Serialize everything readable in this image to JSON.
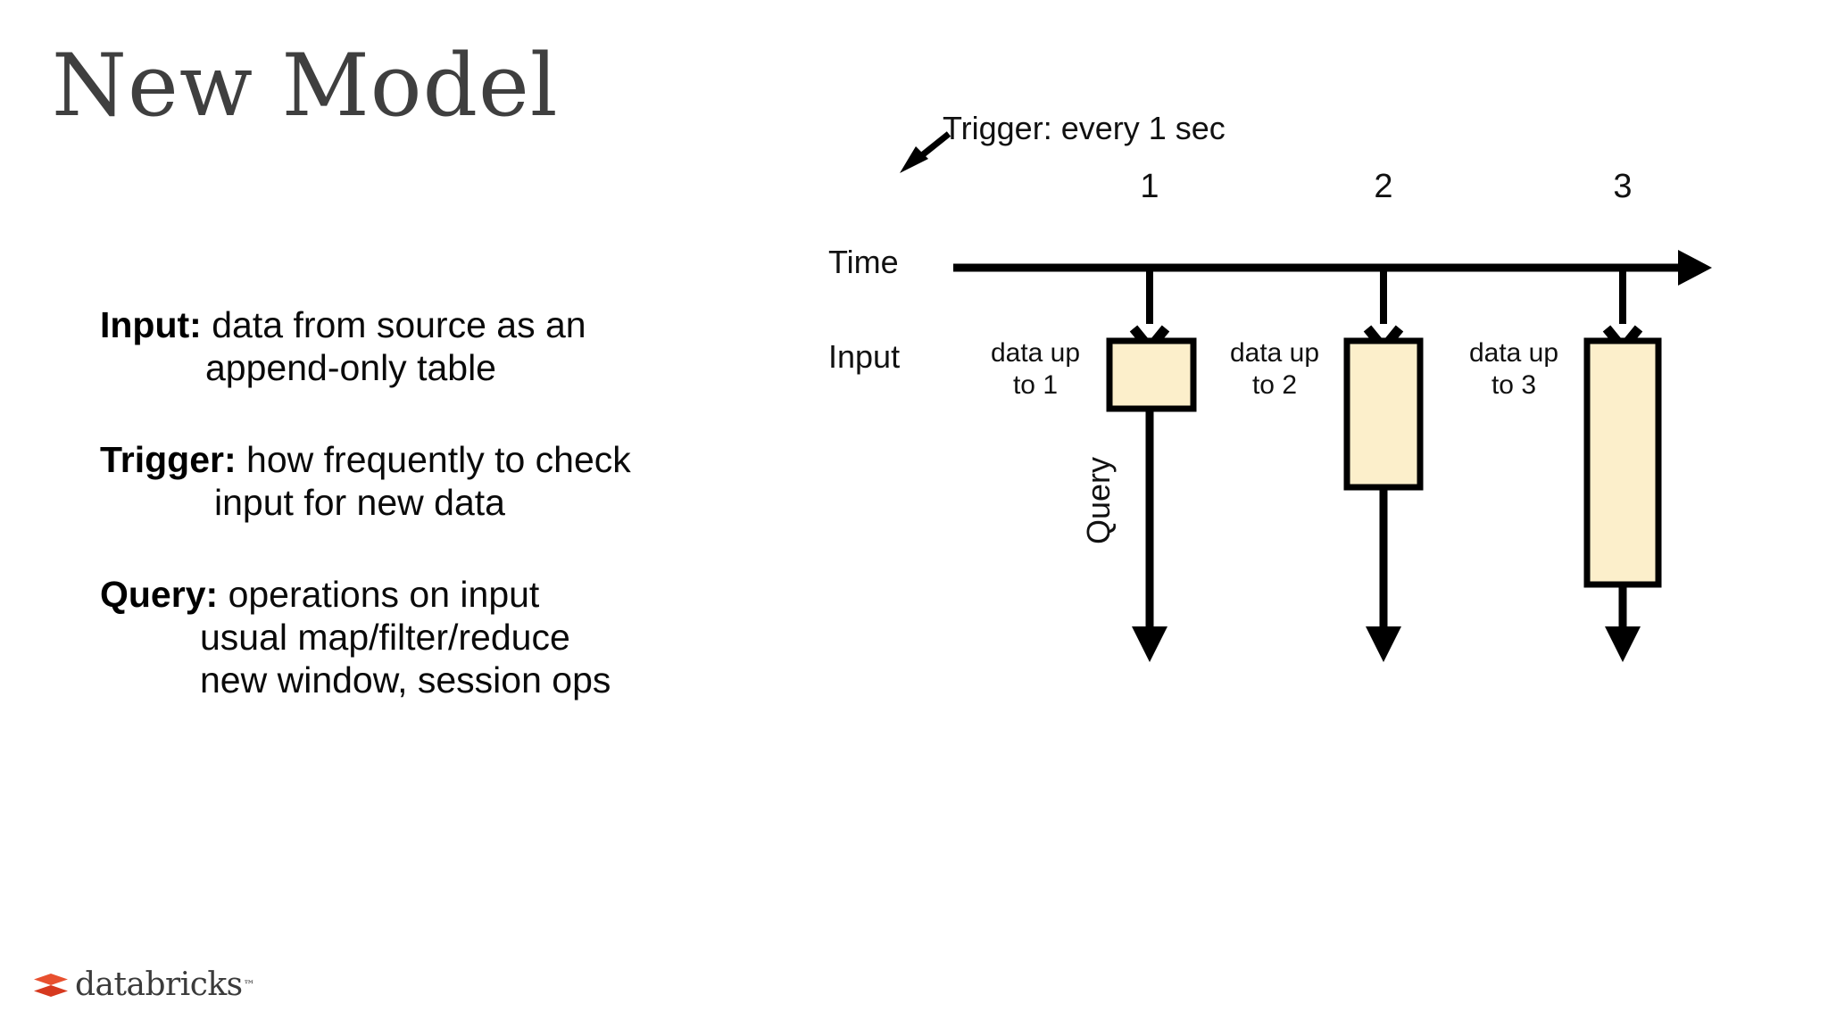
{
  "slide": {
    "title": "New Model",
    "background_color": "#ffffff",
    "title_color": "#3f3f3f"
  },
  "bullets": [
    {
      "lead": "Input:",
      "lines": [
        "data from source as an",
        "append-only table"
      ]
    },
    {
      "lead": "Trigger:",
      "lines": [
        "how frequently to check",
        "input for new data"
      ]
    },
    {
      "lead": "Query:",
      "lines": [
        "operations on input",
        "usual map/filter/reduce",
        "new window, session ops"
      ]
    }
  ],
  "diagram": {
    "trigger_annotation": "Trigger: every 1 sec",
    "time_axis_label": "Time",
    "input_row_label": "Input",
    "query_label": "Query",
    "tick_labels": [
      "1",
      "2",
      "3"
    ],
    "box_captions": [
      "data up\nto 1",
      "data up\nto 2",
      "data up\nto 3"
    ],
    "box_caption_lines": [
      [
        "data up",
        "to 1"
      ],
      [
        "data up",
        "to 2"
      ],
      [
        "data up",
        "to 3"
      ]
    ],
    "box_fill_color": "#FCEFCB",
    "box_stroke_color": "#000000",
    "line_color": "#000000"
  },
  "footer": {
    "logo_text": "databricks",
    "logo_tm": "™",
    "logo_color_top": "#E8502F",
    "logo_color_bottom": "#D6391F",
    "wordmark_color": "#3b3b3b"
  }
}
